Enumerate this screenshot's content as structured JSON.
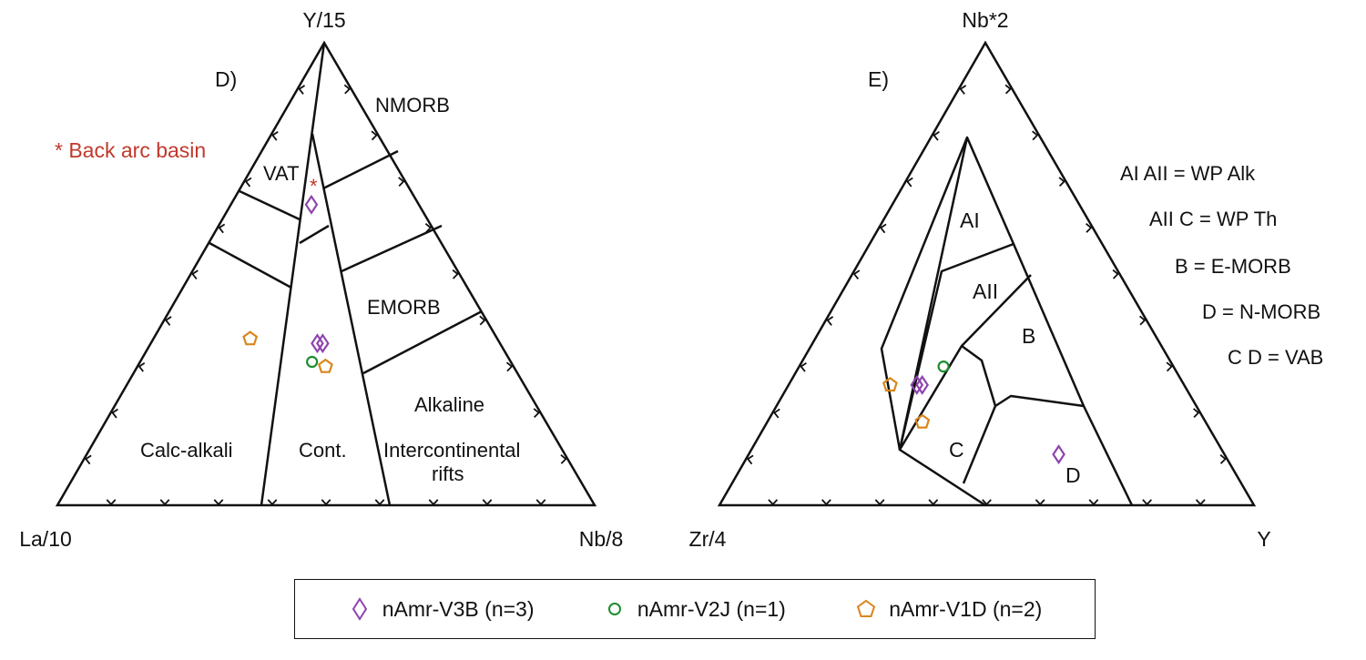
{
  "chart_data": [
    {
      "type": "ternary",
      "panel_label": "D)",
      "apex_labels": {
        "top": "Y/15",
        "left": "La/10",
        "right": "Nb/8"
      },
      "annotation": {
        "text": "* Back arc basin",
        "color": "#c0392b"
      },
      "field_labels": [
        "VAT",
        "NMORB",
        "EMORB",
        "Alkaline",
        "Calc-alkali",
        "Cont.",
        "Intercontinental",
        "rifts"
      ],
      "points": [
        {
          "series": "nAmr-V3B (n=3)",
          "a_top": 0.65,
          "b_left": 0.2,
          "c_right": 0.15
        },
        {
          "series": "nAmr-V3B (n=3)",
          "a_top": 0.35,
          "b_left": 0.34,
          "c_right": 0.31
        },
        {
          "series": "nAmr-V3B (n=3)",
          "a_top": 0.35,
          "b_left": 0.33,
          "c_right": 0.32
        },
        {
          "series": "nAmr-V2J (n=1)",
          "a_top": 0.31,
          "b_left": 0.37,
          "c_right": 0.32
        },
        {
          "series": "nAmr-V1D (n=2)",
          "a_top": 0.36,
          "b_left": 0.46,
          "c_right": 0.18
        },
        {
          "series": "nAmr-V1D (n=2)",
          "a_top": 0.3,
          "b_left": 0.35,
          "c_right": 0.35
        }
      ]
    },
    {
      "type": "ternary",
      "panel_label": "E)",
      "apex_labels": {
        "top": "Nb*2",
        "left": "Zr/4",
        "right": "Y"
      },
      "field_labels": [
        "AI",
        "AII",
        "B",
        "C",
        "D"
      ],
      "key_lines": [
        "AI AII = WP Alk",
        "AII C = WP Th",
        "B = E-MORB",
        "D = N-MORB",
        "C D = VAB"
      ],
      "points": [
        {
          "series": "nAmr-V3B (n=3)",
          "a_top": 0.26,
          "b_left": 0.5,
          "c_right": 0.24
        },
        {
          "series": "nAmr-V3B (n=3)",
          "a_top": 0.26,
          "b_left": 0.49,
          "c_right": 0.25
        },
        {
          "series": "nAmr-V3B (n=3)",
          "a_top": 0.11,
          "b_left": 0.31,
          "c_right": 0.58
        },
        {
          "series": "nAmr-V2J (n=1)",
          "a_top": 0.3,
          "b_left": 0.43,
          "c_right": 0.27
        },
        {
          "series": "nAmr-V1D (n=2)",
          "a_top": 0.26,
          "b_left": 0.55,
          "c_right": 0.19
        },
        {
          "series": "nAmr-V1D (n=2)",
          "a_top": 0.18,
          "b_left": 0.53,
          "c_right": 0.29
        }
      ]
    }
  ],
  "legend": [
    {
      "label": "nAmr-V3B (n=3)",
      "marker": "diamond",
      "color": "#8e44ad"
    },
    {
      "label": "nAmr-V2J (n=1)",
      "marker": "circle",
      "color": "#1e8c2e"
    },
    {
      "label": "nAmr-V1D (n=2)",
      "marker": "pentagon",
      "color": "#d9861c"
    }
  ]
}
